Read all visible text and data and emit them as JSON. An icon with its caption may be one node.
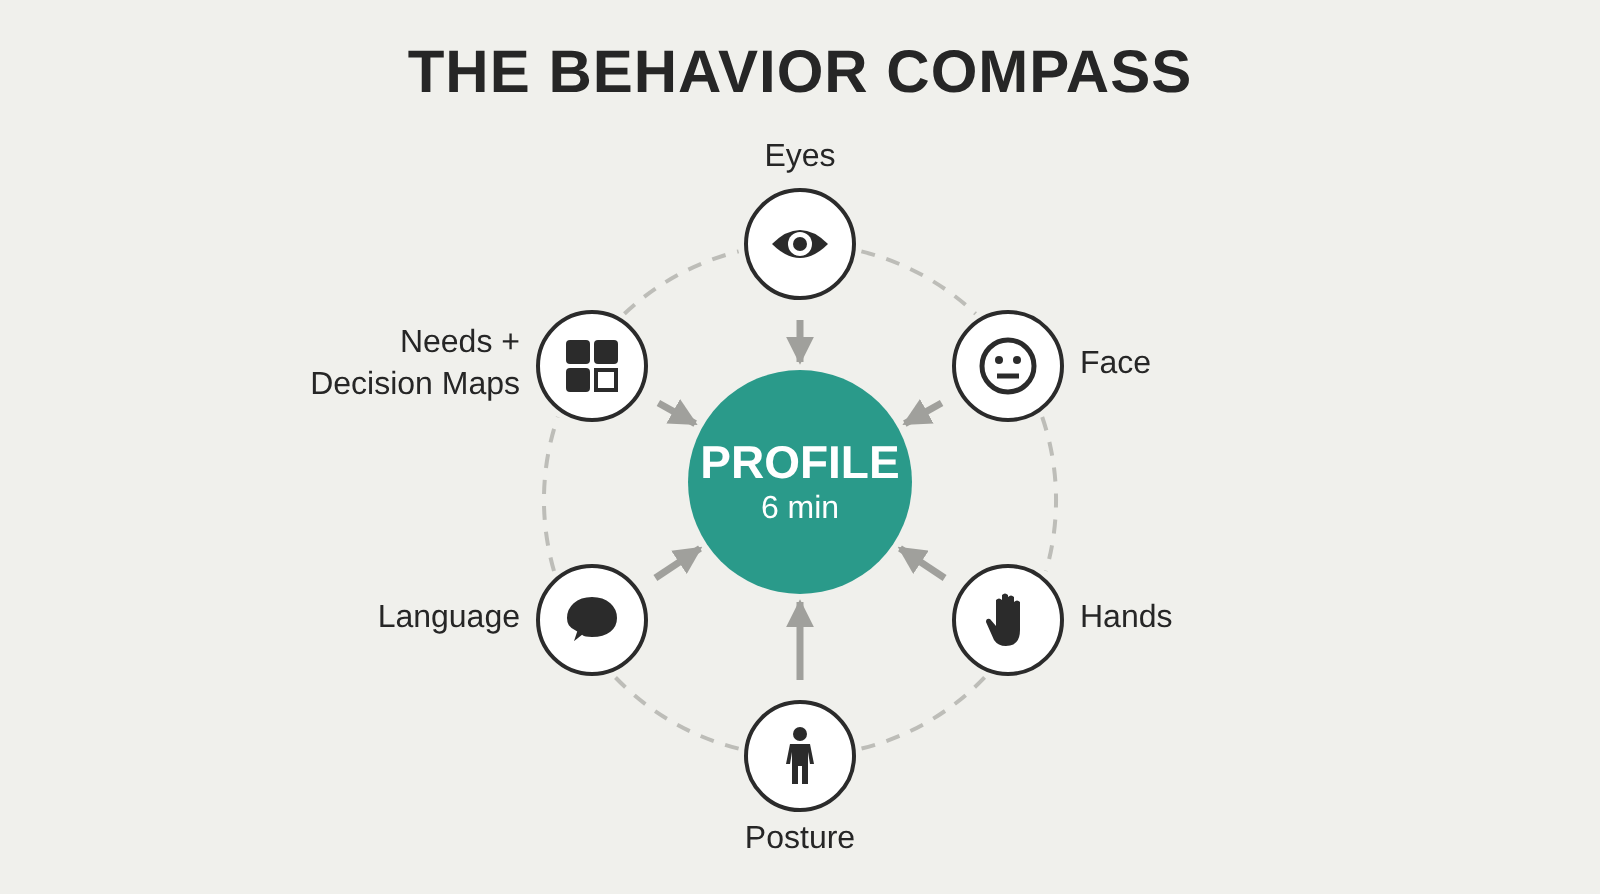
{
  "diagram": {
    "title": "THE BEHAVIOR COMPASS",
    "nodes": [
      {
        "text": [
          "Eyes"
        ]
      },
      {
        "text": [
          "Needs + Decision Maps"
        ]
      },
      {
        "text": [
          "Face"
        ]
      },
      {
        "text": [
          "PROFILE",
          "6 min"
        ]
      },
      {
        "text": [
          "Language"
        ]
      },
      {
        "text": [
          "Hands"
        ]
      },
      {
        "text": [
          "Posture"
        ]
      }
    ],
    "edges": [
      {
        "from": 0,
        "to": 3,
        "arrow": "to"
      },
      {
        "from": 1,
        "to": 3,
        "arrow": "to"
      },
      {
        "from": 2,
        "to": 3,
        "arrow": "to"
      },
      {
        "from": 4,
        "to": 3,
        "arrow": "to"
      },
      {
        "from": 5,
        "to": 3,
        "arrow": "to"
      },
      {
        "from": 6,
        "to": 3,
        "arrow": "to"
      },
      {
        "from": 0,
        "to": 2,
        "arrow": "none",
        "style": "dashed"
      },
      {
        "from": 2,
        "to": 5,
        "arrow": "none",
        "style": "dashed"
      },
      {
        "from": 5,
        "to": 6,
        "arrow": "none",
        "style": "dashed"
      },
      {
        "from": 6,
        "to": 4,
        "arrow": "none",
        "style": "dashed"
      },
      {
        "from": 4,
        "to": 1,
        "arrow": "none",
        "style": "dashed"
      },
      {
        "from": 1,
        "to": 0,
        "arrow": "none",
        "style": "dashed"
      }
    ]
  }
}
